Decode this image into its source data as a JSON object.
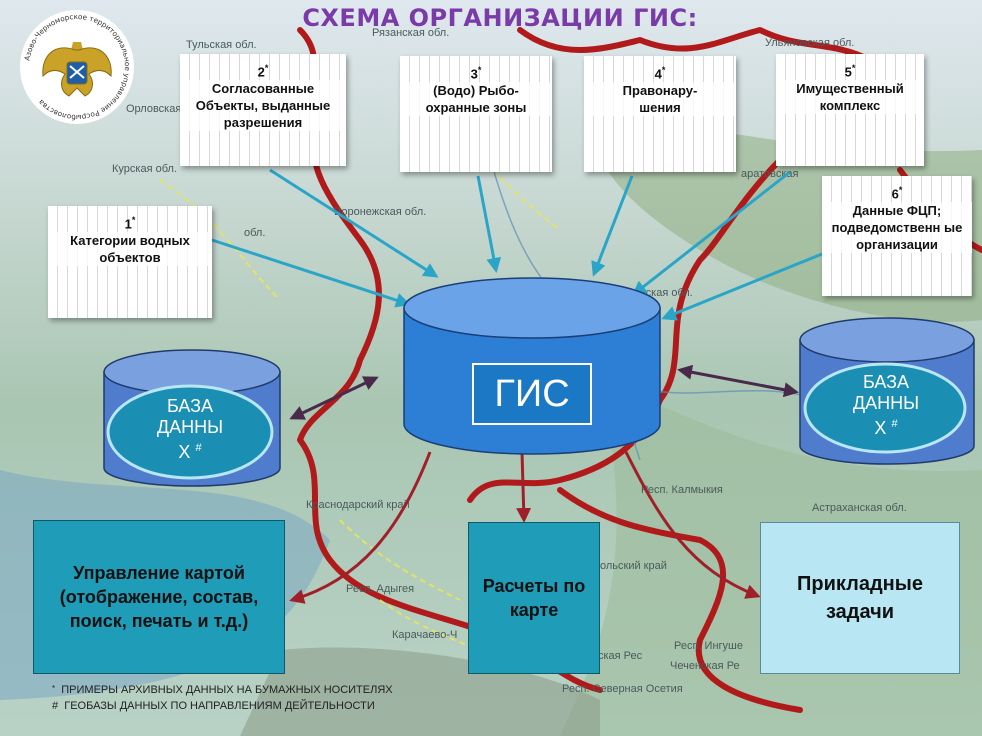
{
  "title": "СХЕМА ОРГАНИЗАЦИИ ГИС:",
  "emblem": {
    "caption": "Азово-Черноморское территориальное управление Росрыболовства"
  },
  "regions": [
    {
      "id": "tul",
      "label": "Тульская обл."
    },
    {
      "id": "ryaz",
      "label": "Рязанская обл."
    },
    {
      "id": "ulyan",
      "label": "Ульяновская обл."
    },
    {
      "id": "orl",
      "label": "Орловская"
    },
    {
      "id": "kursk",
      "label": "Курская обл."
    },
    {
      "id": "voron",
      "label": "Воронежская обл."
    },
    {
      "id": "belg",
      "label": "обл."
    },
    {
      "id": "sarat",
      "label": "аратовская"
    },
    {
      "id": "volg",
      "label": "радская обл."
    },
    {
      "id": "krasn",
      "label": "Краснодарский край"
    },
    {
      "id": "kalm",
      "label": "Респ. Калмыкия"
    },
    {
      "id": "astr",
      "label": "Астраханская обл."
    },
    {
      "id": "stav",
      "label": "ольский край"
    },
    {
      "id": "adyg",
      "label": "Респ. Адыгея"
    },
    {
      "id": "karach",
      "label": "Карачаево-Ч"
    },
    {
      "id": "ingush",
      "label": "Респ. Ингуше"
    },
    {
      "id": "chech",
      "label": "Чеченская Ре"
    },
    {
      "id": "kabard",
      "label": "ская Рес"
    },
    {
      "id": "osset",
      "label": "Респ. Северная Осетия"
    }
  ],
  "sources": [
    {
      "num": "1",
      "mark": "*",
      "text": "Категории водных объектов"
    },
    {
      "num": "2",
      "mark": "*",
      "text": "Согласованные Объекты, выданные разрешения"
    },
    {
      "num": "3",
      "mark": "*",
      "text": "(Водо) Рыбо-охранные зоны"
    },
    {
      "num": "4",
      "mark": "*",
      "text": "Правонару-шения"
    },
    {
      "num": "5",
      "mark": "*",
      "text": "Имущественный комплекс"
    },
    {
      "num": "6",
      "mark": "*",
      "text": "Данные ФЦП; подведомственн ые организации"
    }
  ],
  "gis": {
    "label": "ГИС"
  },
  "databases": {
    "left": {
      "line1": "БАЗА",
      "line2": "ДАННЫ",
      "line3": "Х",
      "mark": "#"
    },
    "right": {
      "line1": "БАЗА",
      "line2": "ДАННЫ",
      "line3": "Х",
      "mark": "#"
    }
  },
  "outputs": {
    "map_control": "Управление картой (отображение, состав, поиск, печать и т.д.)",
    "calculations": "Расчеты по карте",
    "applied": "Прикладные задачи"
  },
  "colors": {
    "teal": "#1f9cb8",
    "light": "#b8e6f2",
    "cylinder": "#4f7ccc",
    "gis": "#2d7fd6",
    "arrow": "#2aa5c8",
    "route": "#b11a1a"
  },
  "footnotes": [
    {
      "mark": "*",
      "text": "ПРИМЕРЫ АРХИВНЫХ ДАННЫХ НА БУМАЖНЫХ НОСИТЕЛЯХ"
    },
    {
      "mark": "#",
      "text": "ГЕОБАЗЫ ДАННЫХ ПО НАПРАВЛЕНИЯМ ДЕЙТЕЛЬНОСТИ"
    }
  ]
}
